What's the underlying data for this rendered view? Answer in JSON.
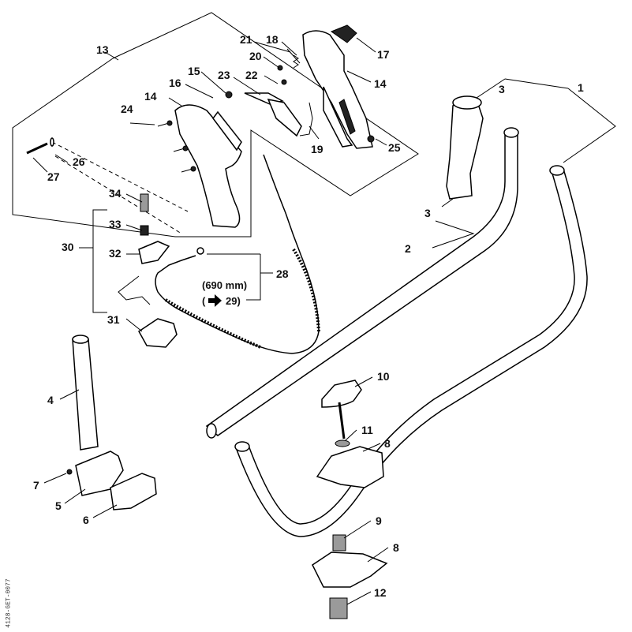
{
  "part_labels": {
    "p1": "1",
    "p2": "2",
    "p3a": "3",
    "p3b": "3",
    "p4": "4",
    "p5": "5",
    "p6": "6",
    "p7": "7",
    "p8a": "8",
    "p8b": "8",
    "p9": "9",
    "p10": "10",
    "p11": "11",
    "p12": "12",
    "p13": "13",
    "p14a": "14",
    "p14b": "14",
    "p15": "15",
    "p16": "16",
    "p17": "17",
    "p18": "18",
    "p19": "19",
    "p20": "20",
    "p21": "21",
    "p22": "22",
    "p23": "23",
    "p24": "24",
    "p25": "25",
    "p26": "26",
    "p27": "27",
    "p28": "28",
    "p30": "30",
    "p31": "31",
    "p32": "32",
    "p33": "33",
    "p34": "34"
  },
  "cable_note": {
    "length": "(690 mm)",
    "ref_arrow": "(",
    "ref_number": "29)"
  },
  "doc_code": "4128-GET-0077"
}
